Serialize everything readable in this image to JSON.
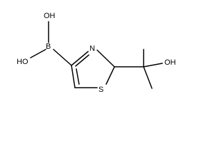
{
  "molecule": {
    "atom_labels": {
      "oh_top": "OH",
      "ho_left": "HO",
      "boron": "B",
      "nitrogen": "N",
      "sulfur": "S",
      "oh_right": "OH"
    }
  }
}
